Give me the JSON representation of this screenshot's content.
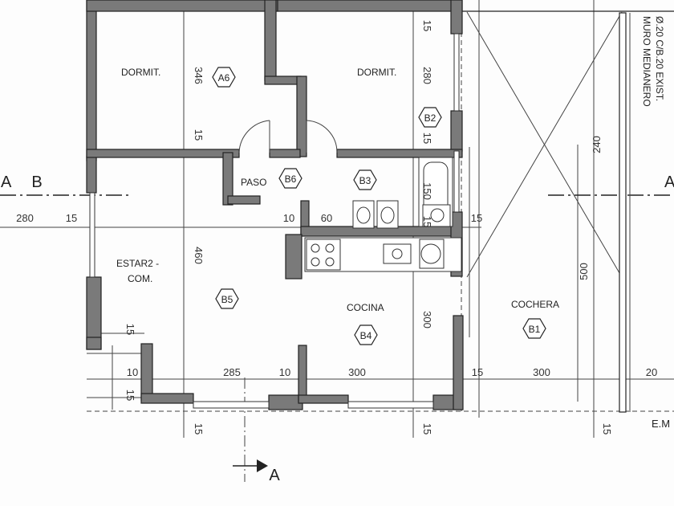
{
  "rooms": {
    "dormit_left": "DORMIT.",
    "dormit_right": "DORMIT.",
    "paso": "PASO",
    "estar_line1": "ESTAR2 -",
    "estar_line2": "COM.",
    "cocina": "COCINA",
    "cochera": "COCHERA"
  },
  "tags": {
    "a6": "A6",
    "b2": "B2",
    "b6": "B6",
    "b3": "B3",
    "b5": "B5",
    "b4": "B4",
    "b1": "B1"
  },
  "section_marks": {
    "b_left": "B",
    "a_bottom": "A",
    "a_left_edge": "A",
    "a_right_edge": "A"
  },
  "notes": {
    "muro_line1": "MURO MEDIANERO",
    "muro_line2": "Ø.20  C/B.20  EXIST.",
    "em": "E.M"
  },
  "dims": {
    "d346": "346",
    "d15a": "15",
    "d280v": "280",
    "d15b": "15",
    "d15c": "15",
    "d240": "240",
    "d150": "150",
    "d15d": "15",
    "d10a": "10",
    "d60": "60",
    "d15e": "15",
    "d280h": "280",
    "d15f": "15",
    "d460": "460",
    "d500": "500",
    "d300v": "300",
    "d15g": "15",
    "d10b": "10",
    "d285": "285",
    "d10c": "10",
    "d300a": "300",
    "d15h": "15",
    "d300b": "300",
    "d20": "20",
    "d15i": "15",
    "d15j": "15",
    "d15k": "15",
    "d15l": "15"
  }
}
